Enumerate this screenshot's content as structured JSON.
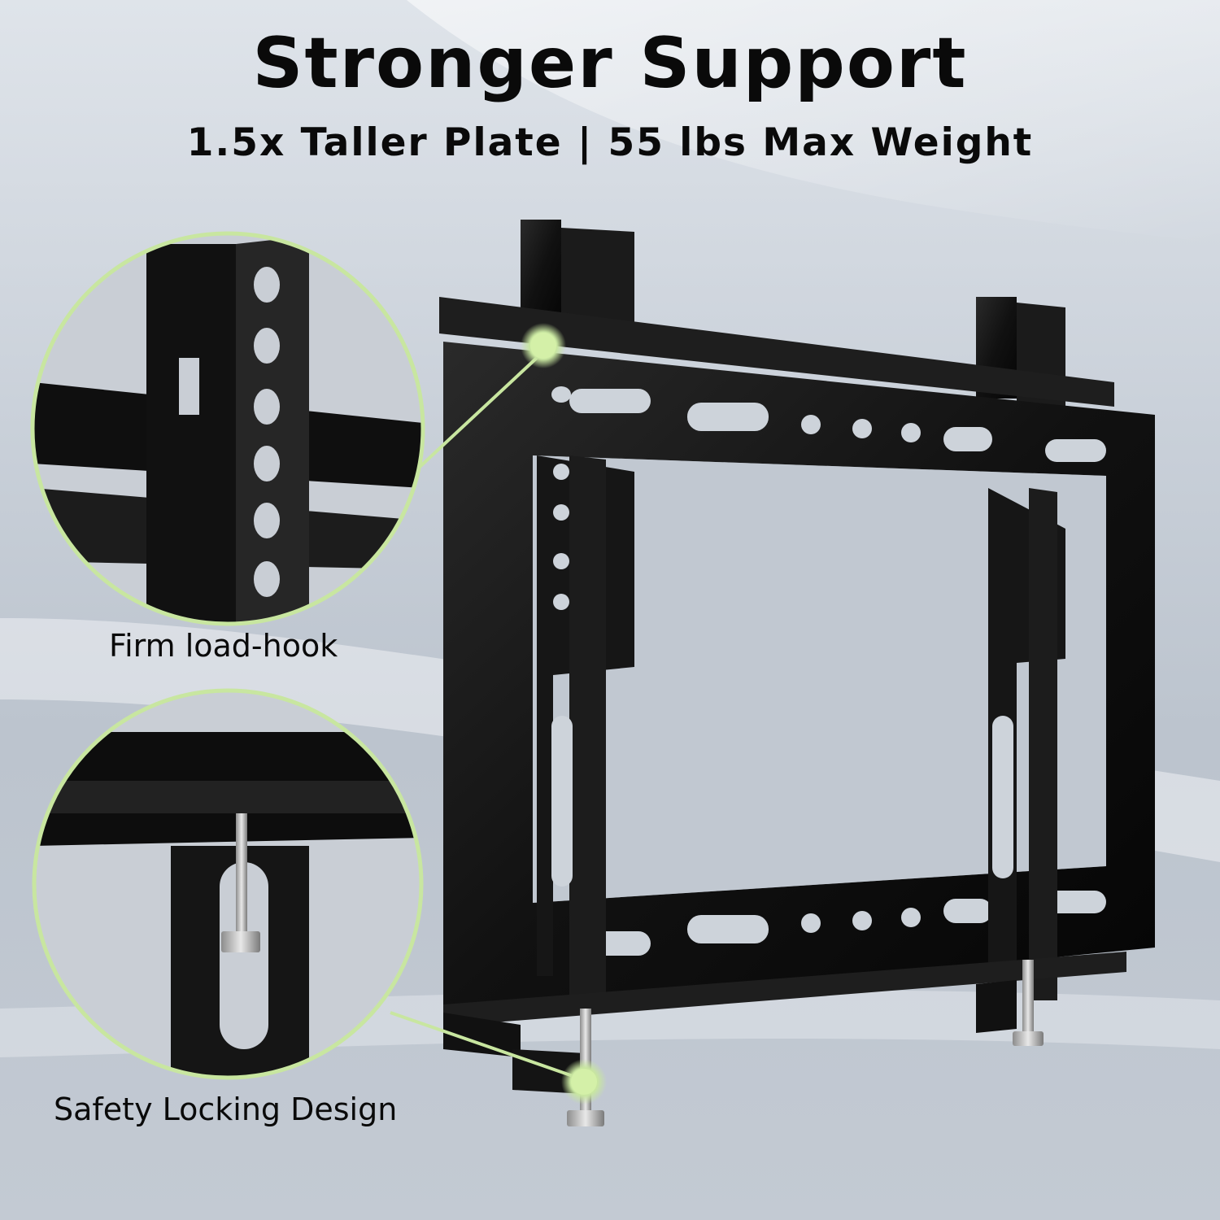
{
  "headline": {
    "title": "Stronger Support",
    "subtitle": "1.5x Taller Plate  | 55 lbs Max Weight"
  },
  "callouts": [
    {
      "label": "Firm load-hook",
      "icon": "zoom-circle-icon"
    },
    {
      "label": "Safety Locking Design",
      "icon": "zoom-circle-icon"
    }
  ],
  "colors": {
    "accent": "#c8e6a0",
    "highlight_dot": "#d4f0a8",
    "metal": "#151515",
    "text": "#0a0a0a"
  }
}
